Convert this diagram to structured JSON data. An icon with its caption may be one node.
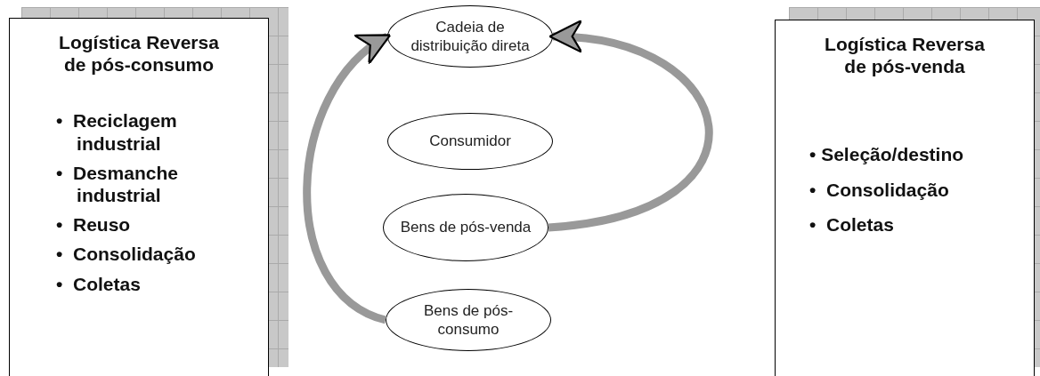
{
  "diagram": {
    "nodes": [
      {
        "text": [
          "Logística Reversa de pós-consumo",
          "•  Reciclagem industrial",
          "•  Desmanche industrial",
          "•  Reuso",
          "•  Consolidação",
          "•  Coletas"
        ]
      },
      {
        "text": [
          "Cadeia de distribuição direta"
        ]
      },
      {
        "text": [
          "Consumidor"
        ]
      },
      {
        "text": [
          "Bens de pós-venda"
        ]
      },
      {
        "text": [
          "Bens de pós-consumo"
        ]
      },
      {
        "text": [
          "Logística Reversa de pós-venda",
          "• Seleção/destino",
          "•  Consolidação",
          "•  Coletas"
        ]
      }
    ],
    "edges": [
      {
        "from": 4,
        "to": 1,
        "arrow": "to"
      },
      {
        "from": 3,
        "to": 1,
        "arrow": "to"
      }
    ]
  }
}
